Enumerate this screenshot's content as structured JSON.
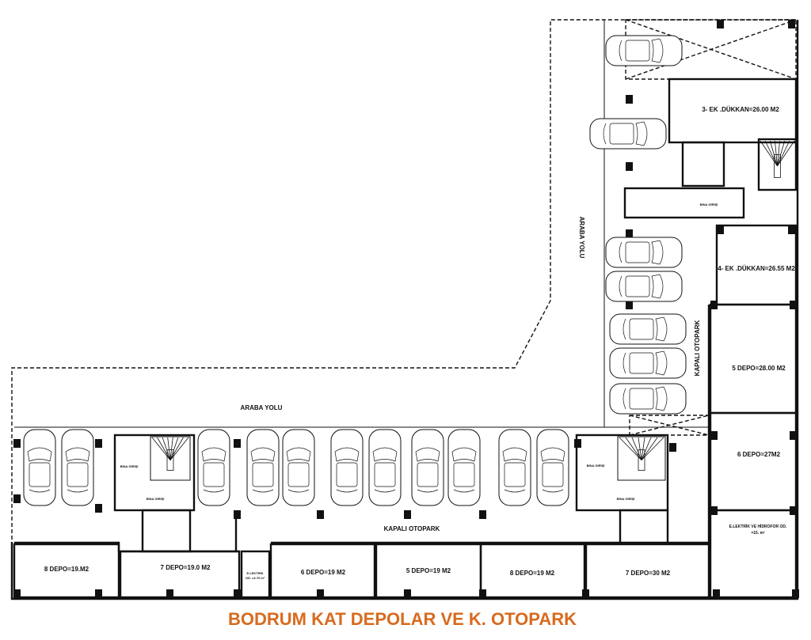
{
  "title": "BODRUM KAT DEPOLAR VE K. OTOPARK",
  "title_color": "#d86a1e",
  "labels": {
    "araba_yolu_h": "ARABA YOLU",
    "araba_yolu_v": "ARABA YOLU",
    "kapali_otopark_h": "KAPALI OTOPARK",
    "kapali_otopark_v": "KAPALI OTOPARK",
    "bina_girisi": "BİNA GİRİŞİ"
  },
  "rooms": [
    {
      "name": "3- EK .DÜKKAN=26.00 M2"
    },
    {
      "name": "4- EK .DÜKKAN=26.55 M2"
    },
    {
      "name": "5 DEPO=28.00 M2"
    },
    {
      "name": "6 DEPO=27M2"
    },
    {
      "name": "E.LEKTRİK VE HİDROFOR OD.",
      "sub": "=15. m²"
    },
    {
      "name": "8 DEPO=19.M2"
    },
    {
      "name": "7 DEPO=19.0 M2"
    },
    {
      "name": "E.LEKTRİK",
      "sub": "OD. =4.70 m²"
    },
    {
      "name": "6 DEPO=19 M2"
    },
    {
      "name": "5 DEPO=19 M2"
    },
    {
      "name": "8 DEPO=19 M2"
    },
    {
      "name": "7 DEPO=30 M2"
    }
  ]
}
